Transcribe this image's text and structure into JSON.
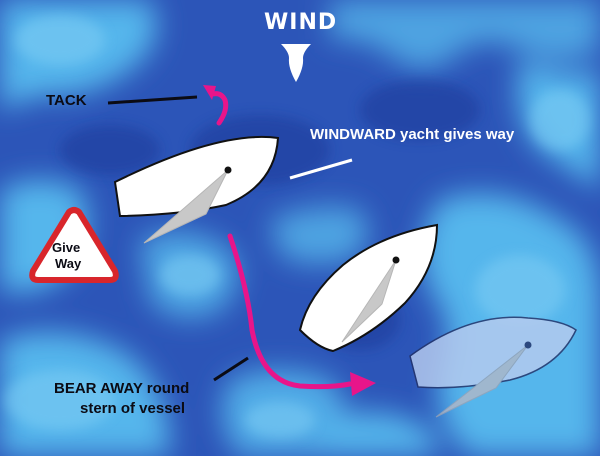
{
  "labels": {
    "wind": "WIND",
    "tack": "TACK",
    "windward": "WINDWARD yacht gives way",
    "give": "Give",
    "way": "Way",
    "bear_away_line1": "BEAR AWAY round",
    "bear_away_line2": "stern of vessel"
  },
  "icons": {
    "wind": "wind-arrow-icon",
    "tack": "curved-arrow-icon",
    "bear_away": "curved-arrow-icon",
    "give_way": "warning-triangle-icon"
  },
  "colors": {
    "sea_dark": "#2a4fb2",
    "sea_light": "#54b7ec",
    "arrow": "#e8158a",
    "hull": "#ffffff",
    "sail": "#c9c9c9",
    "ghost_hull": "#b6c9ee",
    "sign_border": "#d8262c"
  }
}
